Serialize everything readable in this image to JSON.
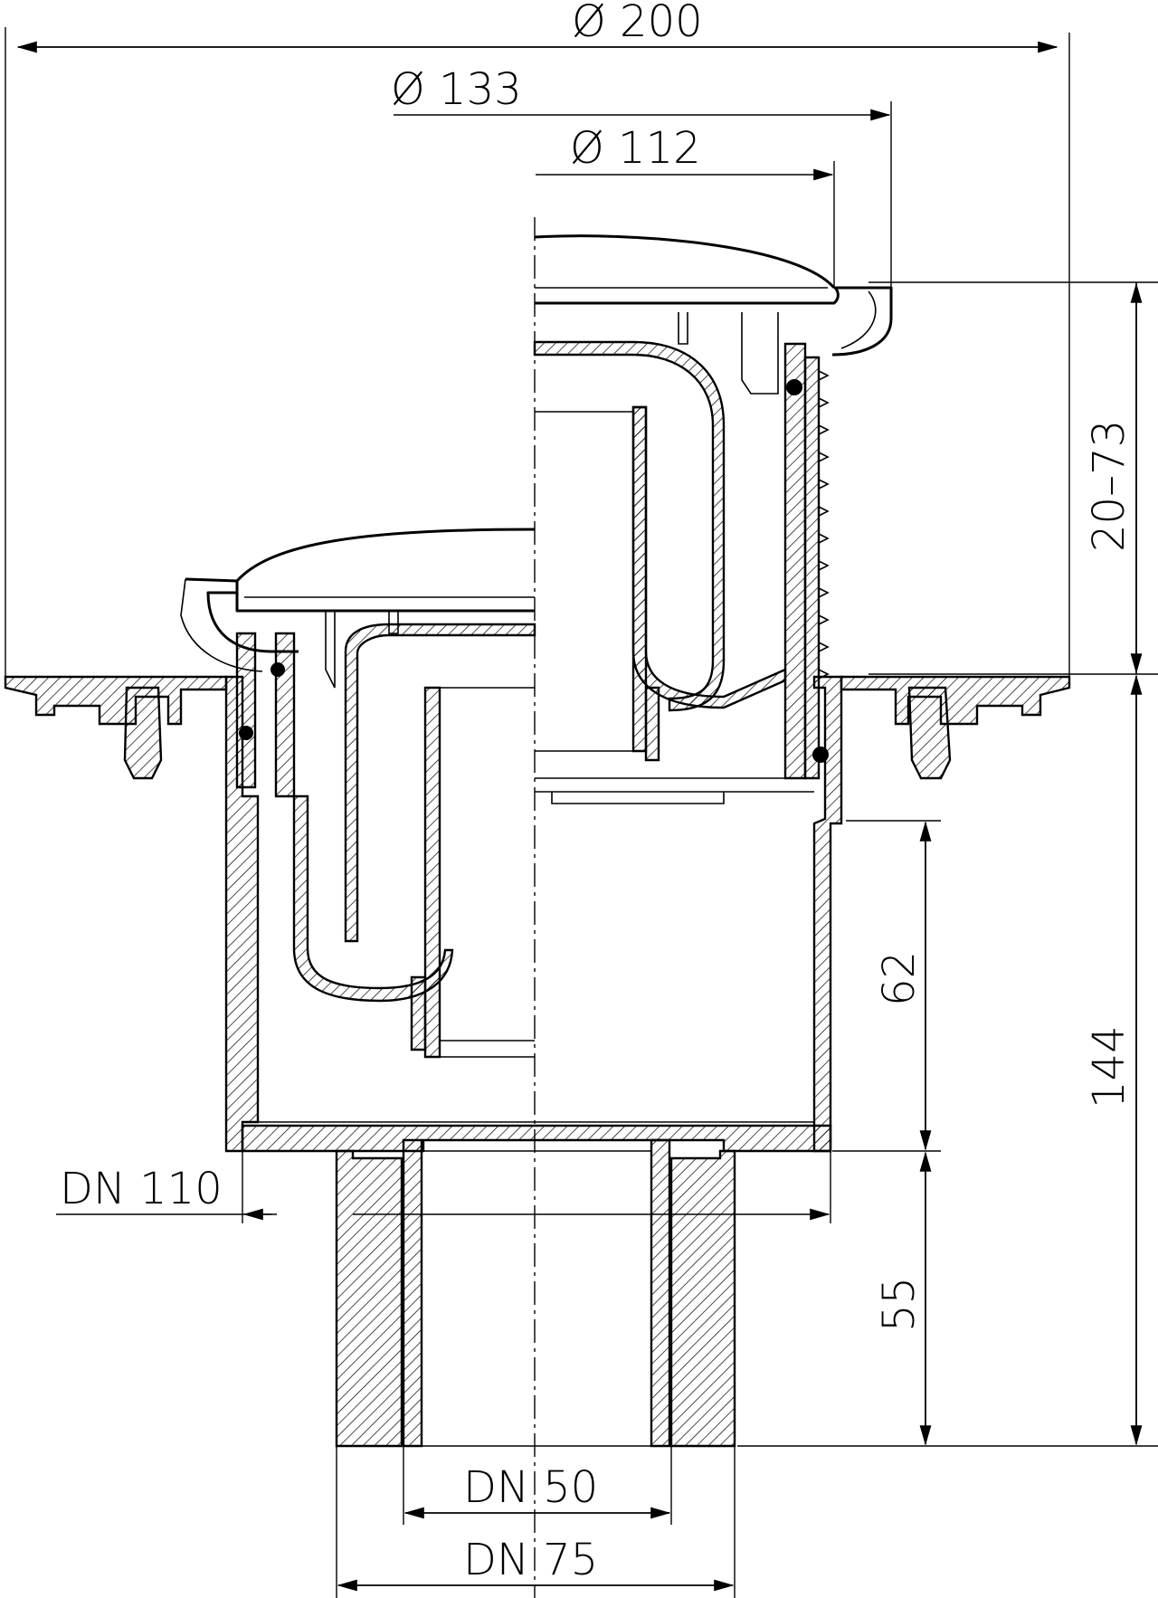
{
  "labels": {
    "dia_200": "Ø 200",
    "dia_133": "Ø 133",
    "dia_112": "Ø 112",
    "height_adj": "20–73",
    "height_62": "62",
    "height_144": "144",
    "height_55": "55",
    "dn_110": "DN 110",
    "dn_50": "DN 50",
    "dn_75": "DN 75"
  }
}
